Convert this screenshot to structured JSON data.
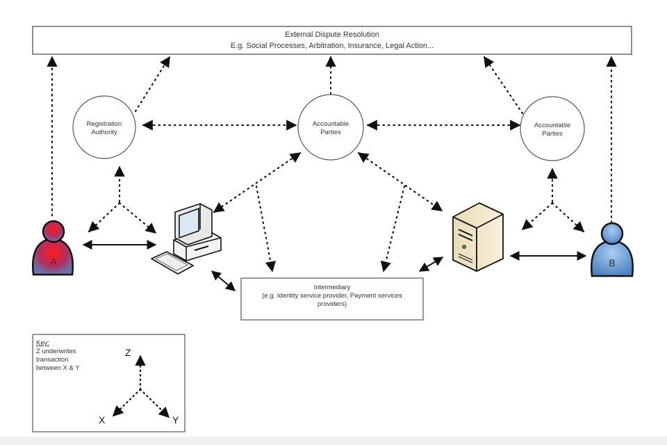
{
  "title": "Identity / Trust Framework Diagram",
  "external_box": {
    "line1": "External Dispute Resolution",
    "line2": "E.g. Social Processes, Arbitration, Insurance, Legal Action..."
  },
  "nodes": {
    "registration_authority": {
      "line1": "Registration",
      "line2": "Authority"
    },
    "accountable_parties_center": {
      "line1": "Accountable",
      "line2": "Parties"
    },
    "accountable_parties_right": {
      "line1": "Accountable",
      "line2": "Parties"
    },
    "user_a": {
      "label": "A",
      "color": "#e0202a",
      "body_color": "#6a73a8"
    },
    "user_b": {
      "label": "B",
      "color": "#5b93cf"
    },
    "intermediary": {
      "line1": "Intermediary",
      "line2": "(e.g. Identity service provider, Payment services",
      "line3": "providers)"
    }
  },
  "key": {
    "title": "Key:",
    "line1": "Z underwrites",
    "line2": "transaction",
    "line3": "between X & Y",
    "z": "Z",
    "x": "X",
    "y": "Y"
  }
}
